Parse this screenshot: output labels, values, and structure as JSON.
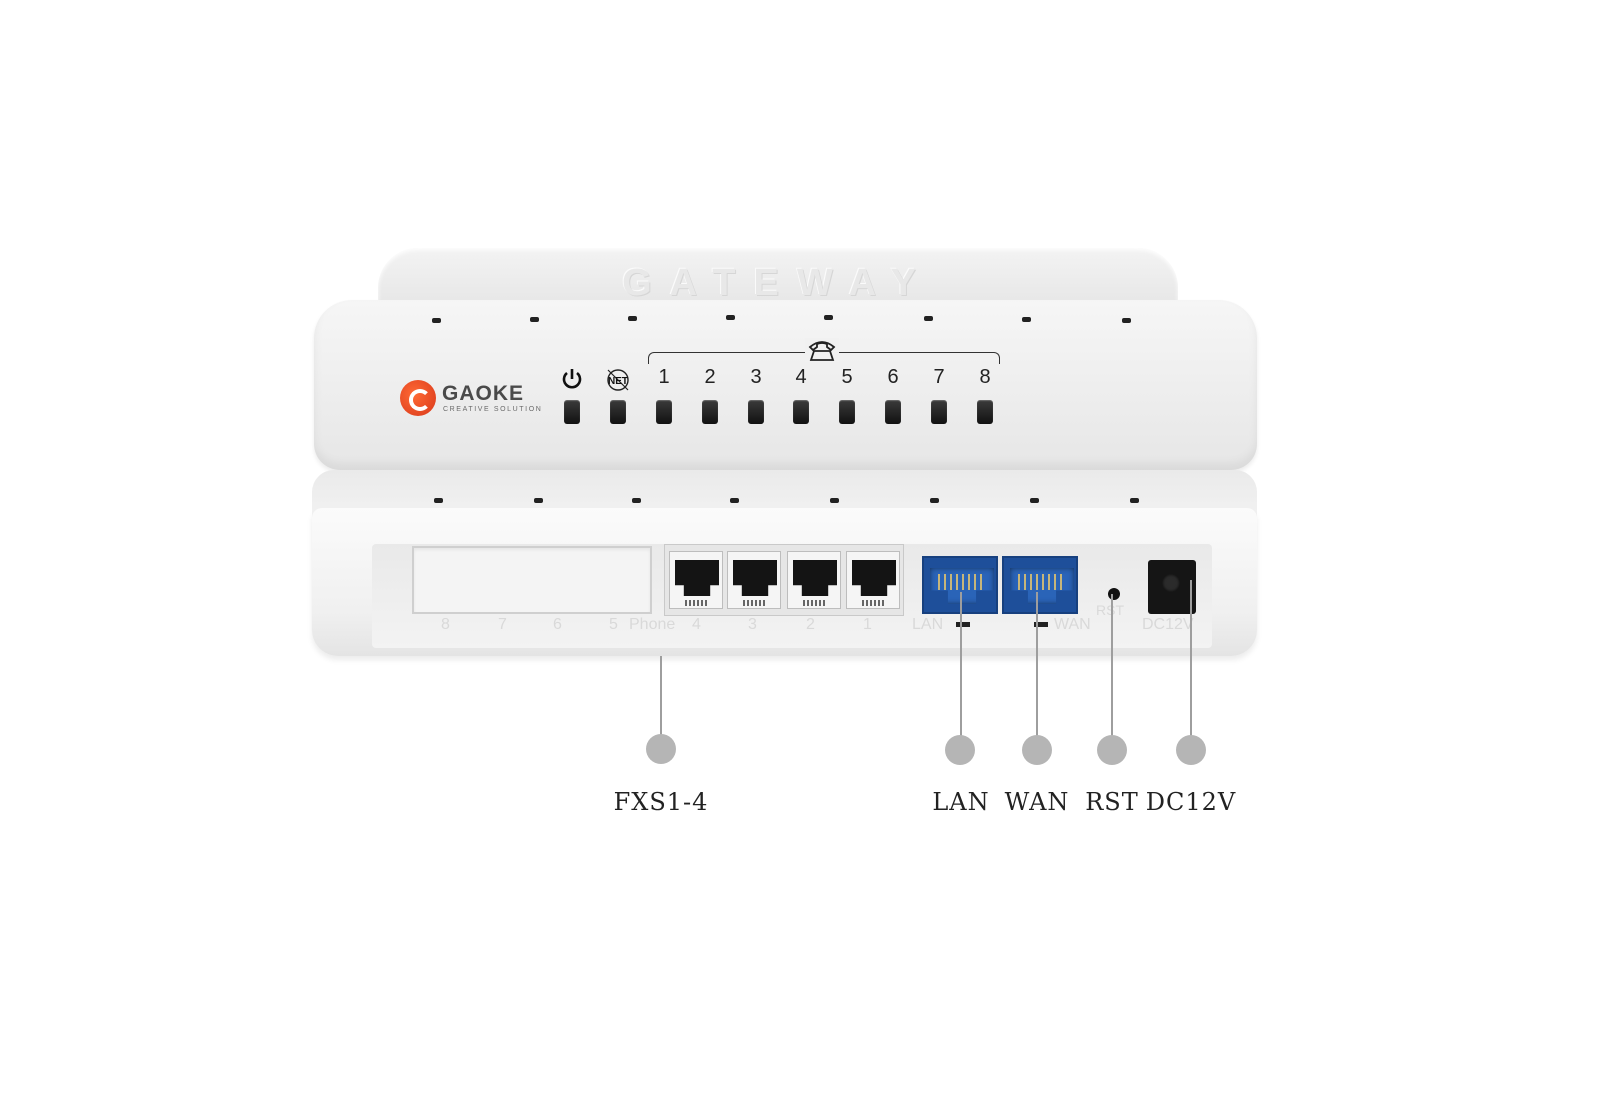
{
  "device": {
    "lid_emboss": "GATEWAY",
    "brand": {
      "name": "GAOKE",
      "tagline": "CREATIVE SOLUTION",
      "accent_color": "#e0471f"
    },
    "indicators": [
      {
        "id": "power",
        "label": "",
        "icon": "power-icon"
      },
      {
        "id": "net",
        "label": "NET",
        "icon": "net-globe-icon"
      },
      {
        "id": "line1",
        "label": "1"
      },
      {
        "id": "line2",
        "label": "2"
      },
      {
        "id": "line3",
        "label": "3"
      },
      {
        "id": "line4",
        "label": "4"
      },
      {
        "id": "line5",
        "label": "5"
      },
      {
        "id": "line6",
        "label": "6"
      },
      {
        "id": "line7",
        "label": "7"
      },
      {
        "id": "line8",
        "label": "8"
      }
    ],
    "phone_group_icon": "telephone-icon",
    "rear_labels": {
      "p8": "8",
      "p7": "7",
      "p6": "6",
      "p5": "5",
      "phone": "Phone",
      "p4": "4",
      "p3": "3",
      "p2": "2",
      "p1": "1",
      "lan": "LAN",
      "wan": "WAN",
      "rst": "RST",
      "dc": "DC12V"
    },
    "ethernet_port_color": "#1e4f9a"
  },
  "callouts": {
    "fxs": "FXS1-4",
    "lan": "LAN",
    "wan": "WAN",
    "rst": "RST",
    "dc": "DC12V"
  }
}
